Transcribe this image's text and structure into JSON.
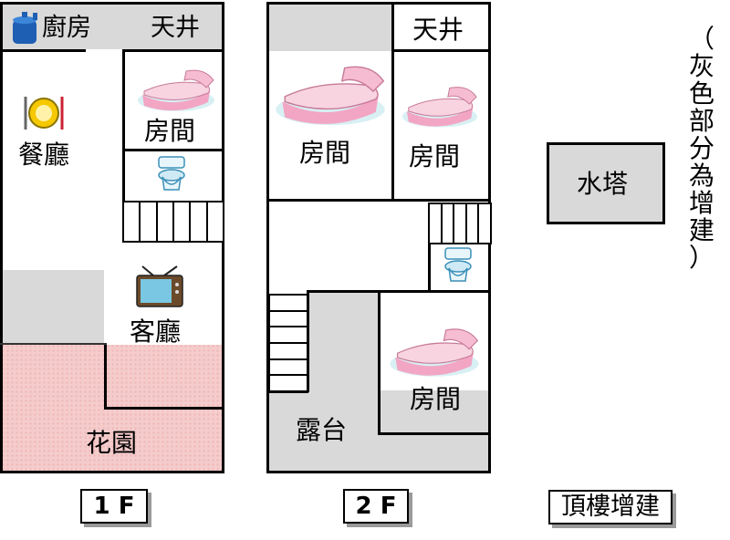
{
  "floor1": {
    "tag": "1 F",
    "kitchen": "廚房",
    "skylight": "天井",
    "dining": "餐廳",
    "room": "房間",
    "living": "客廳",
    "garden": "花園"
  },
  "floor2": {
    "tag": "2 F",
    "skylight": "天井",
    "room_left": "房間",
    "room_right": "房間",
    "room_lower": "房間",
    "terrace": "露台"
  },
  "roof": {
    "tag": "頂樓增建",
    "water_tower": "水塔"
  },
  "legend_note": [
    "（",
    "灰",
    "色",
    "部",
    "分",
    "為",
    "增",
    "建",
    "）"
  ],
  "colors": {
    "addition_gray": "#d9d9d9",
    "garden_pink": "#f5cccc",
    "wall": "#000000"
  }
}
